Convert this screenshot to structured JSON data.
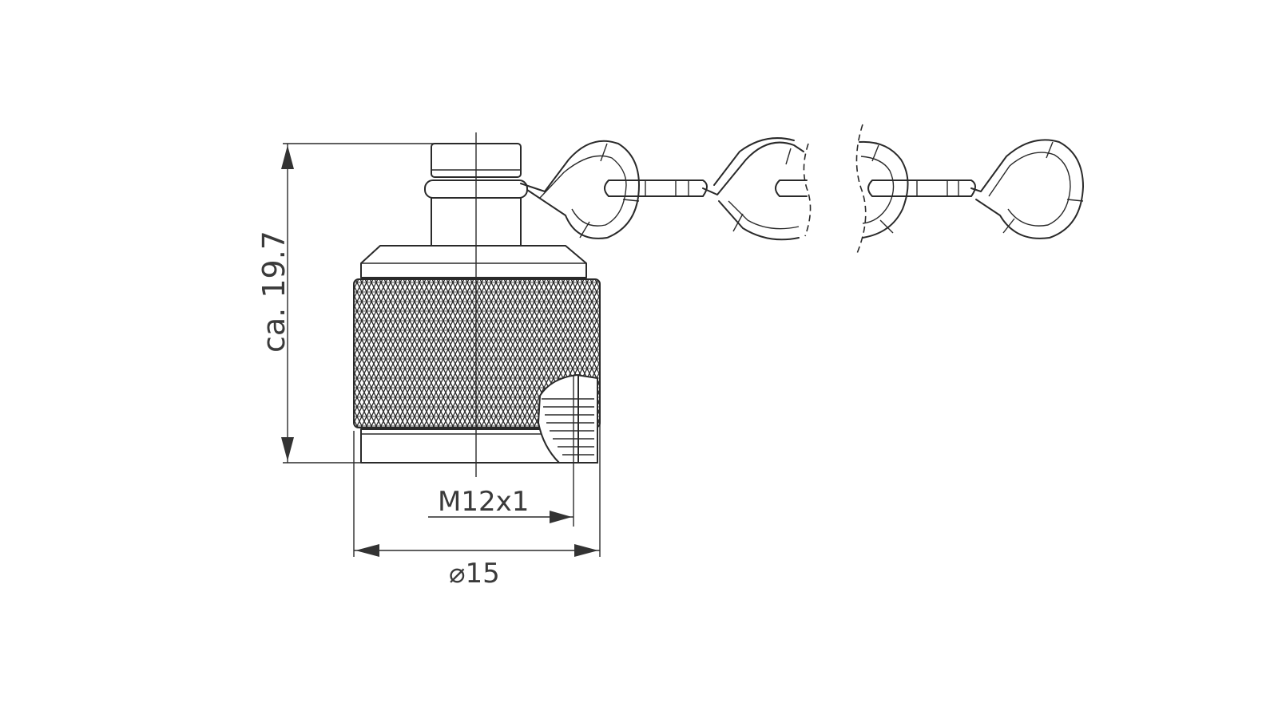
{
  "dimensions": {
    "height_label": "ca. 19.7",
    "thread_label": "M12x1",
    "diameter_label": "⌀15"
  },
  "colors": {
    "line": "#2a2a2a",
    "background": "#ffffff"
  }
}
